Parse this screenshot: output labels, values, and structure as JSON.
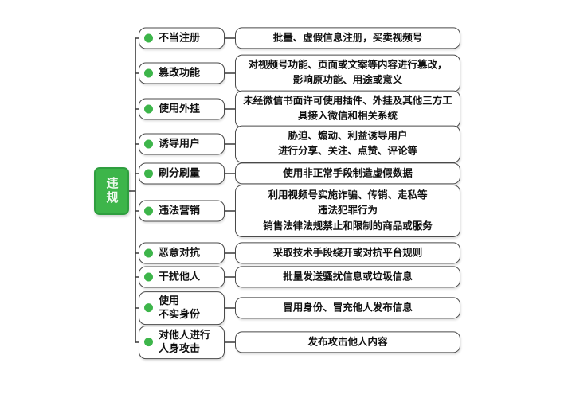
{
  "root": {
    "label": "违规"
  },
  "colors": {
    "accent": "#3db54a",
    "line": "#3a3a3a",
    "border": "#4a4a4a"
  },
  "rows": [
    {
      "label": "不当注册",
      "detail": "批量、虚假信息注册，买卖视频号"
    },
    {
      "label": "篡改功能",
      "detail": "对视频号功能、页面或文案等内容进行篡改，\n影响原功能、用途或意义"
    },
    {
      "label": "使用外挂",
      "detail": "未经微信书面许可使用插件、外挂及其他三方工\n具接入微信和相关系统"
    },
    {
      "label": "诱导用户",
      "detail": "胁迫、煽动、利益诱导用户\n进行分享、关注、点赞、评论等"
    },
    {
      "label": "刷分刷量",
      "detail": "使用非正常手段制造虚假数据"
    },
    {
      "label": "违法营销",
      "detail": "利用视频号实施诈骗、传销、走私等\n违法犯罪行为\n销售法律法规禁止和限制的商品或服务"
    },
    {
      "label": "恶意对抗",
      "detail": "采取技术手段绕开或对抗平台规则"
    },
    {
      "label": "干扰他人",
      "detail": "批量发送骚扰信息或垃圾信息"
    },
    {
      "label": "使用\n不实身份",
      "detail": "冒用身份、冒充他人发布信息"
    },
    {
      "label": "对他人进行\n人身攻击",
      "detail": "发布攻击他人内容"
    }
  ]
}
